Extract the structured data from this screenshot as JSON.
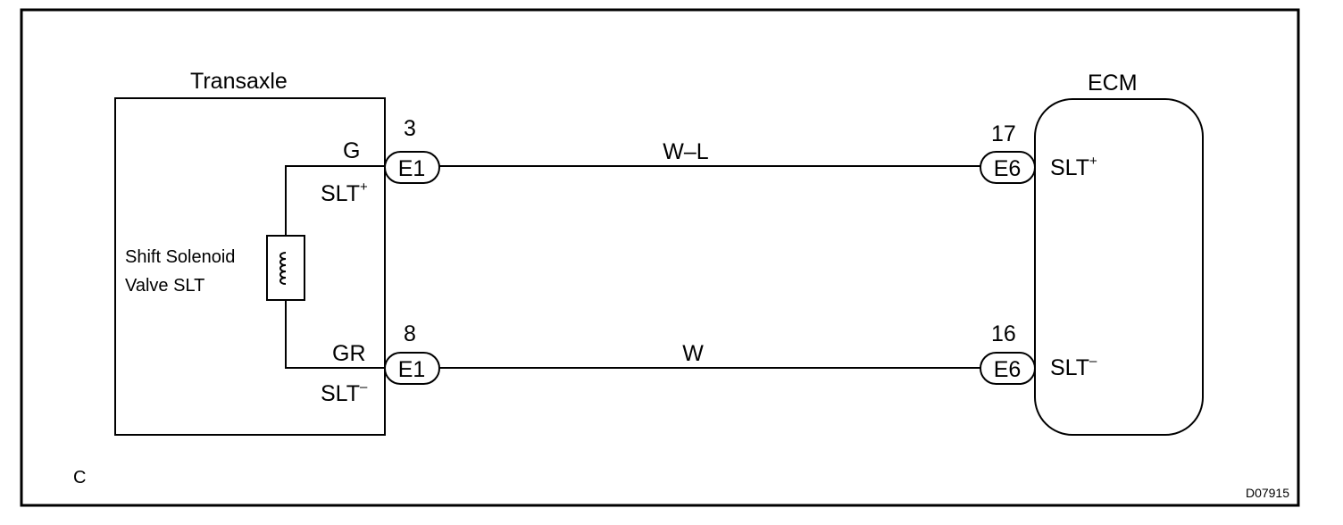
{
  "frame_letter": "C",
  "figure_code": "D07915",
  "transaxle": {
    "title": "Transaxle",
    "component_line1": "Shift Solenoid",
    "component_line2": "Valve SLT",
    "top_wire_color": "G",
    "bottom_wire_color": "GR",
    "top_terminal": "SLT",
    "bottom_terminal": "SLT",
    "top_sign": "+",
    "bottom_sign": "–"
  },
  "ecm": {
    "title": "ECM",
    "top_terminal": "SLT",
    "bottom_terminal": "SLT",
    "top_sign": "+",
    "bottom_sign": "–"
  },
  "connectors": {
    "left_top": {
      "pin": "3",
      "name": "E1"
    },
    "left_bottom": {
      "pin": "8",
      "name": "E1"
    },
    "right_top": {
      "pin": "17",
      "name": "E6"
    },
    "right_bottom": {
      "pin": "16",
      "name": "E6"
    }
  },
  "wires": {
    "top_label": "W–L",
    "bottom_label": "W"
  }
}
